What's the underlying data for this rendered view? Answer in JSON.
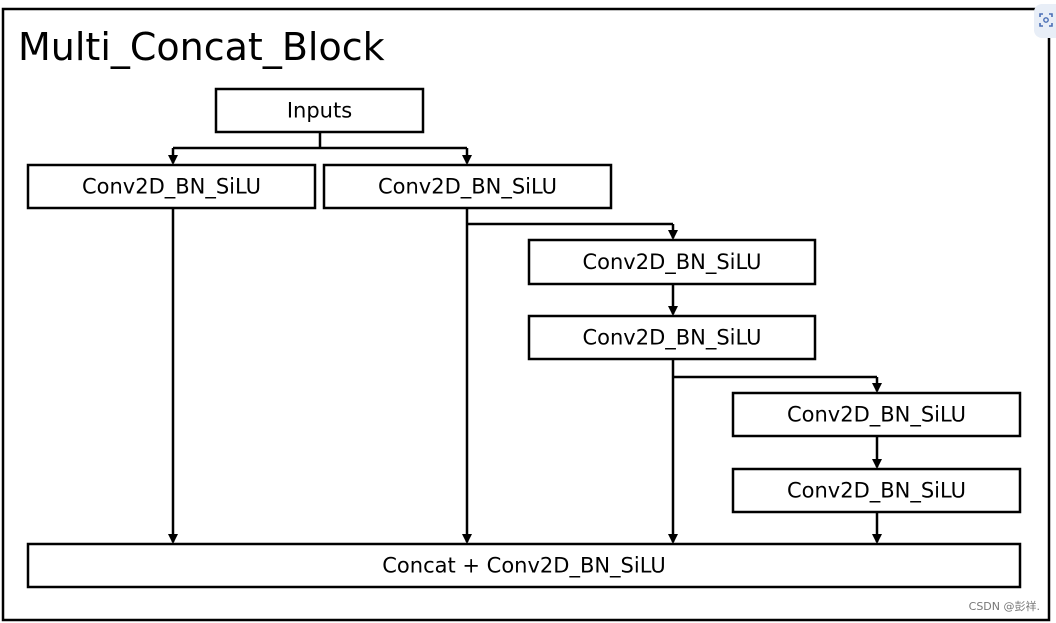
{
  "diagram": {
    "title": "Multi_Concat_Block",
    "nodes": {
      "inputs": "Inputs",
      "conv_a": "Conv2D_BN_SiLU",
      "conv_b": "Conv2D_BN_SiLU",
      "conv_c": "Conv2D_BN_SiLU",
      "conv_d": "Conv2D_BN_SiLU",
      "conv_e": "Conv2D_BN_SiLU",
      "conv_f": "Conv2D_BN_SiLU",
      "concat": "Concat + Conv2D_BN_SiLU"
    },
    "edges": [
      [
        "inputs",
        "conv_a"
      ],
      [
        "inputs",
        "conv_b"
      ],
      [
        "conv_b",
        "conv_c"
      ],
      [
        "conv_c",
        "conv_d"
      ],
      [
        "conv_d",
        "conv_e"
      ],
      [
        "conv_e",
        "conv_f"
      ],
      [
        "conv_a",
        "concat"
      ],
      [
        "conv_b",
        "concat"
      ],
      [
        "conv_d",
        "concat"
      ],
      [
        "conv_f",
        "concat"
      ]
    ]
  },
  "watermark": "CSDN @彭祥.",
  "icons": {
    "corner": "capture-icon"
  }
}
